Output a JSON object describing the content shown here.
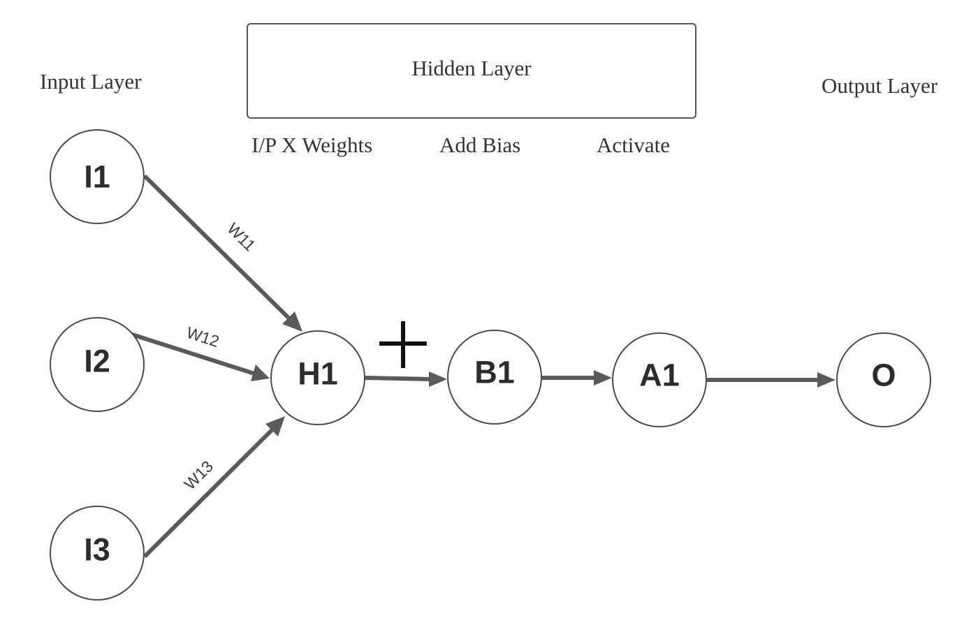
{
  "layers": {
    "input": "Input Layer",
    "hidden": "Hidden Layer",
    "output": "Output Layer"
  },
  "steps": {
    "weights": "I/P X Weights",
    "bias": "Add Bias",
    "activate": "Activate"
  },
  "nodes": {
    "i1": "I1",
    "i2": "I2",
    "i3": "I3",
    "h1": "H1",
    "b1": "B1",
    "a1": "A1",
    "o": "O"
  },
  "weights": {
    "w11": "W11",
    "w12": "W12",
    "w13": "W13"
  },
  "operator": {
    "symbol": "+"
  },
  "colors": {
    "edge": "#5a5a5a",
    "node_border": "#4a4a4a",
    "text": "#333333"
  }
}
